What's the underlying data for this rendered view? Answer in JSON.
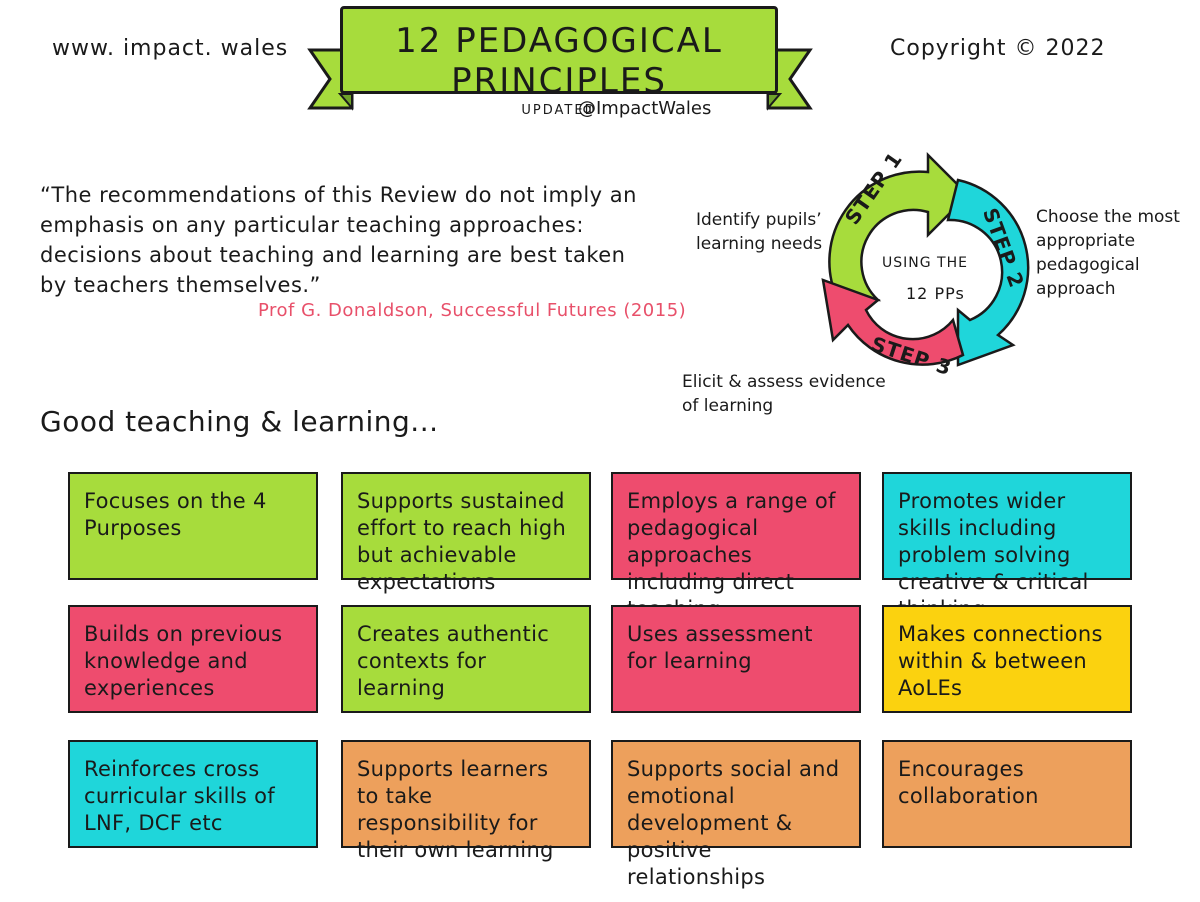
{
  "header": {
    "site": "www. impact. wales",
    "title": "12 PEDAGOGICAL PRINCIPLES",
    "subtitle": "UPDATED",
    "handle": "@ImpactWales",
    "copyright": "Copyright © 2022"
  },
  "quote": {
    "text": "“The recommendations of this Review do not imply an emphasis on any particular teaching approaches: decisions about teaching and learning are best taken by teachers themselves.”",
    "citation": "Prof G. Donaldson, Successful Futures (2015)"
  },
  "cycle": {
    "center_line1": "USING THE",
    "center_line2": "12 PPs",
    "steps": [
      {
        "label": "STEP 1",
        "note": "Identify pupils’ learning needs",
        "color": "#a7dc3c"
      },
      {
        "label": "STEP 2",
        "note": "Choose the most appropriate pedagogical approach",
        "color": "#1fd6da"
      },
      {
        "label": "STEP 3",
        "note": "Elicit & assess evidence of learning",
        "color": "#ee4c6e"
      }
    ]
  },
  "section_heading": "Good teaching & learning...",
  "principles": [
    {
      "text": "Focuses on the 4 Purposes",
      "color": "#a7dc3c"
    },
    {
      "text": "Supports sustained effort to reach high but achievable expectations",
      "color": "#a7dc3c"
    },
    {
      "text": "Employs a range of pedagogical approaches including direct teaching",
      "color": "#ee4c6e"
    },
    {
      "text": "Promotes wider skills including problem solving creative & critical thinking",
      "color": "#1fd6da"
    },
    {
      "text": "Builds on previous knowledge and experiences",
      "color": "#ee4c6e"
    },
    {
      "text": "Creates authentic contexts for learning",
      "color": "#a7dc3c"
    },
    {
      "text": "Uses assessment for learning",
      "color": "#ee4c6e"
    },
    {
      "text": "Makes connections within & between AoLEs",
      "color": "#fbd20f"
    },
    {
      "text": "Reinforces cross curricular skills of LNF, DCF etc",
      "color": "#1fd6da"
    },
    {
      "text": "Supports learners to take responsibility for their own learning",
      "color": "#eda05c"
    },
    {
      "text": "Supports social and emotional development & positive relationships",
      "color": "#eda05c"
    },
    {
      "text": "Encourages collaboration",
      "color": "#eda05c"
    }
  ]
}
